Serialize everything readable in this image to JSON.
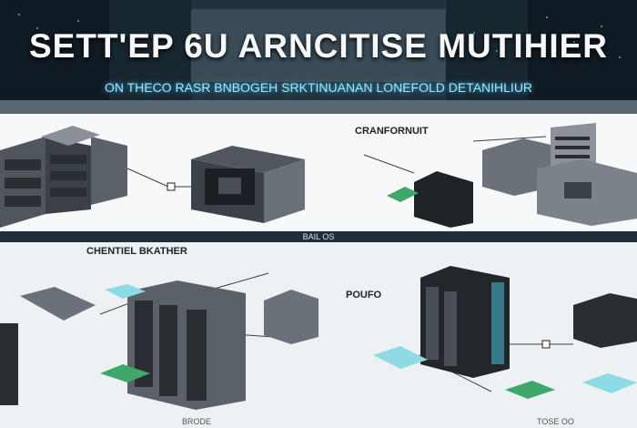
{
  "hero": {
    "title": "SETT'EP 6U ARNCITISE MUTIHIER",
    "subtitle": "ON THECO RASR BNBOGEH SRKTINUANAN LONEFOLD DETANIHLIUR"
  },
  "divider": {
    "label": "BAIL OS"
  },
  "upper": {
    "callout_title": "CRANFORNUIT"
  },
  "lower": {
    "left_title": "CHENTIEL BKATHER",
    "mid_title": "POUFO"
  },
  "footer": {
    "left": "BRODE",
    "right": "TOSE OO"
  },
  "colors": {
    "hero_dark": "#1c2a34",
    "cyan_glow": "#9fe7ff",
    "band": "#1f2e3a",
    "rack_dark": "#2a2e33",
    "rack_gray": "#6a7179",
    "green_accent": "#3fa868",
    "cyan_pad": "#8edbe6"
  }
}
